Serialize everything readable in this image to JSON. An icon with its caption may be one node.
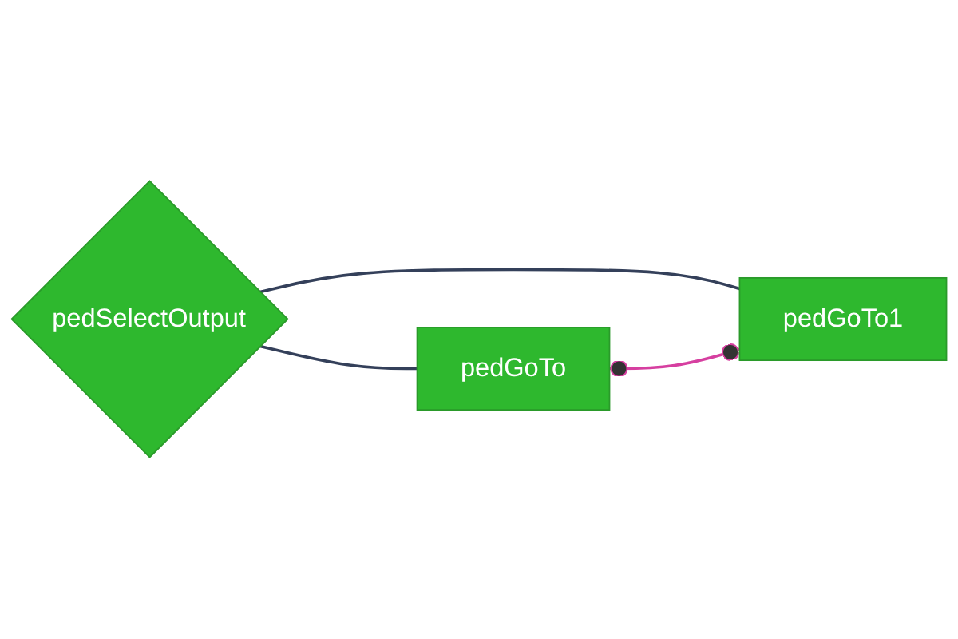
{
  "diagram": {
    "nodes": [
      {
        "text": [
          "pedSelectOutput"
        ]
      },
      {
        "text": [
          "pedGoTo"
        ]
      },
      {
        "text": [
          "pedGoTo1"
        ]
      }
    ],
    "edges": [
      {
        "from": 0,
        "to": 1,
        "arrow": "none"
      },
      {
        "from": 0,
        "to": 2,
        "arrow": "none"
      },
      {
        "from": 1,
        "to": 2,
        "arrow": "other",
        "color": "#d63fa0"
      }
    ]
  }
}
